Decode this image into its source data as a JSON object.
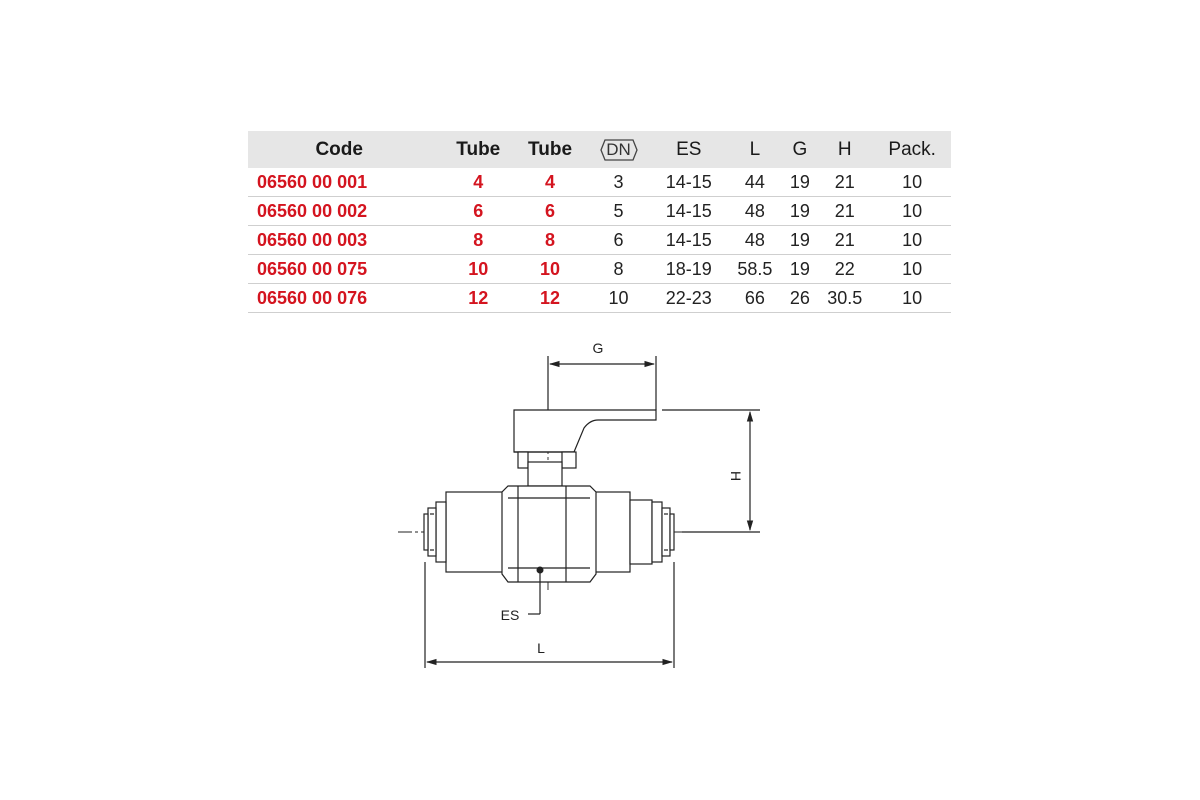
{
  "table": {
    "headers": [
      "Code",
      "Tube",
      "Tube",
      "DN",
      "ES",
      "L",
      "G",
      "H",
      "Pack."
    ],
    "rows": [
      [
        "06560 00 001",
        "4",
        "4",
        "3",
        "14-15",
        "44",
        "19",
        "21",
        "10"
      ],
      [
        "06560 00 002",
        "6",
        "6",
        "5",
        "14-15",
        "48",
        "19",
        "21",
        "10"
      ],
      [
        "06560 00 003",
        "8",
        "8",
        "6",
        "14-15",
        "48",
        "19",
        "21",
        "10"
      ],
      [
        "06560 00 075",
        "10",
        "10",
        "8",
        "18-19",
        "58.5",
        "19",
        "22",
        "10"
      ],
      [
        "06560 00 076",
        "12",
        "12",
        "10",
        "22-23",
        "66",
        "26",
        "30.5",
        "10"
      ]
    ]
  },
  "drawing": {
    "dim_g": "G",
    "dim_h": "H",
    "dim_es": "ES",
    "dim_l": "L"
  },
  "colors": {
    "code_red": "#d4141f",
    "header_bg": "#e6e6e6",
    "line": "#222222"
  }
}
